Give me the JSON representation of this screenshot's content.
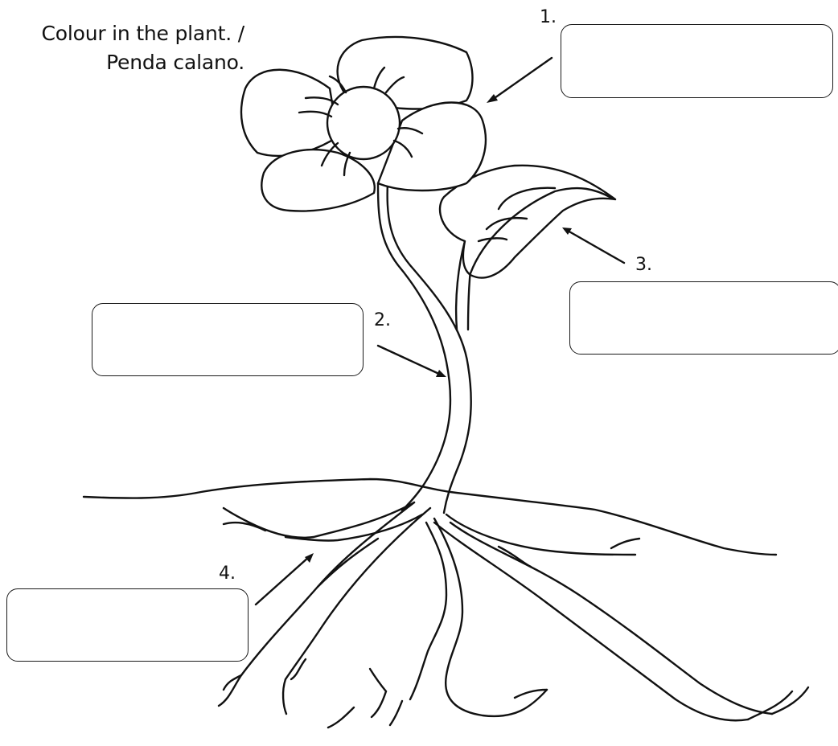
{
  "instruction": {
    "line1": "Colour in the plant. /",
    "line2": "Penda calano."
  },
  "labels": [
    {
      "number": "1.",
      "answer": ""
    },
    {
      "number": "2.",
      "answer": ""
    },
    {
      "number": "3.",
      "answer": ""
    },
    {
      "number": "4.",
      "answer": ""
    }
  ]
}
